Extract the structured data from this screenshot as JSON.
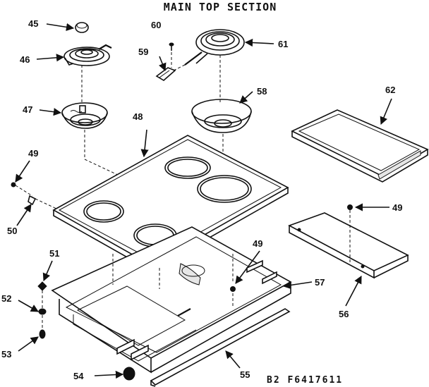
{
  "title": "MAIN TOP SECTION",
  "drawing_code": "B2 F6417611",
  "callouts": {
    "c45": "45",
    "c46": "46",
    "c47": "47",
    "c48": "48",
    "c49a": "49",
    "c49b": "49",
    "c49c": "49",
    "c50": "50",
    "c51": "51",
    "c52": "52",
    "c53": "53",
    "c54": "54",
    "c55": "55",
    "c56": "56",
    "c57": "57",
    "c58": "58",
    "c59": "59",
    "c60": "60",
    "c61": "61",
    "c62": "62"
  }
}
